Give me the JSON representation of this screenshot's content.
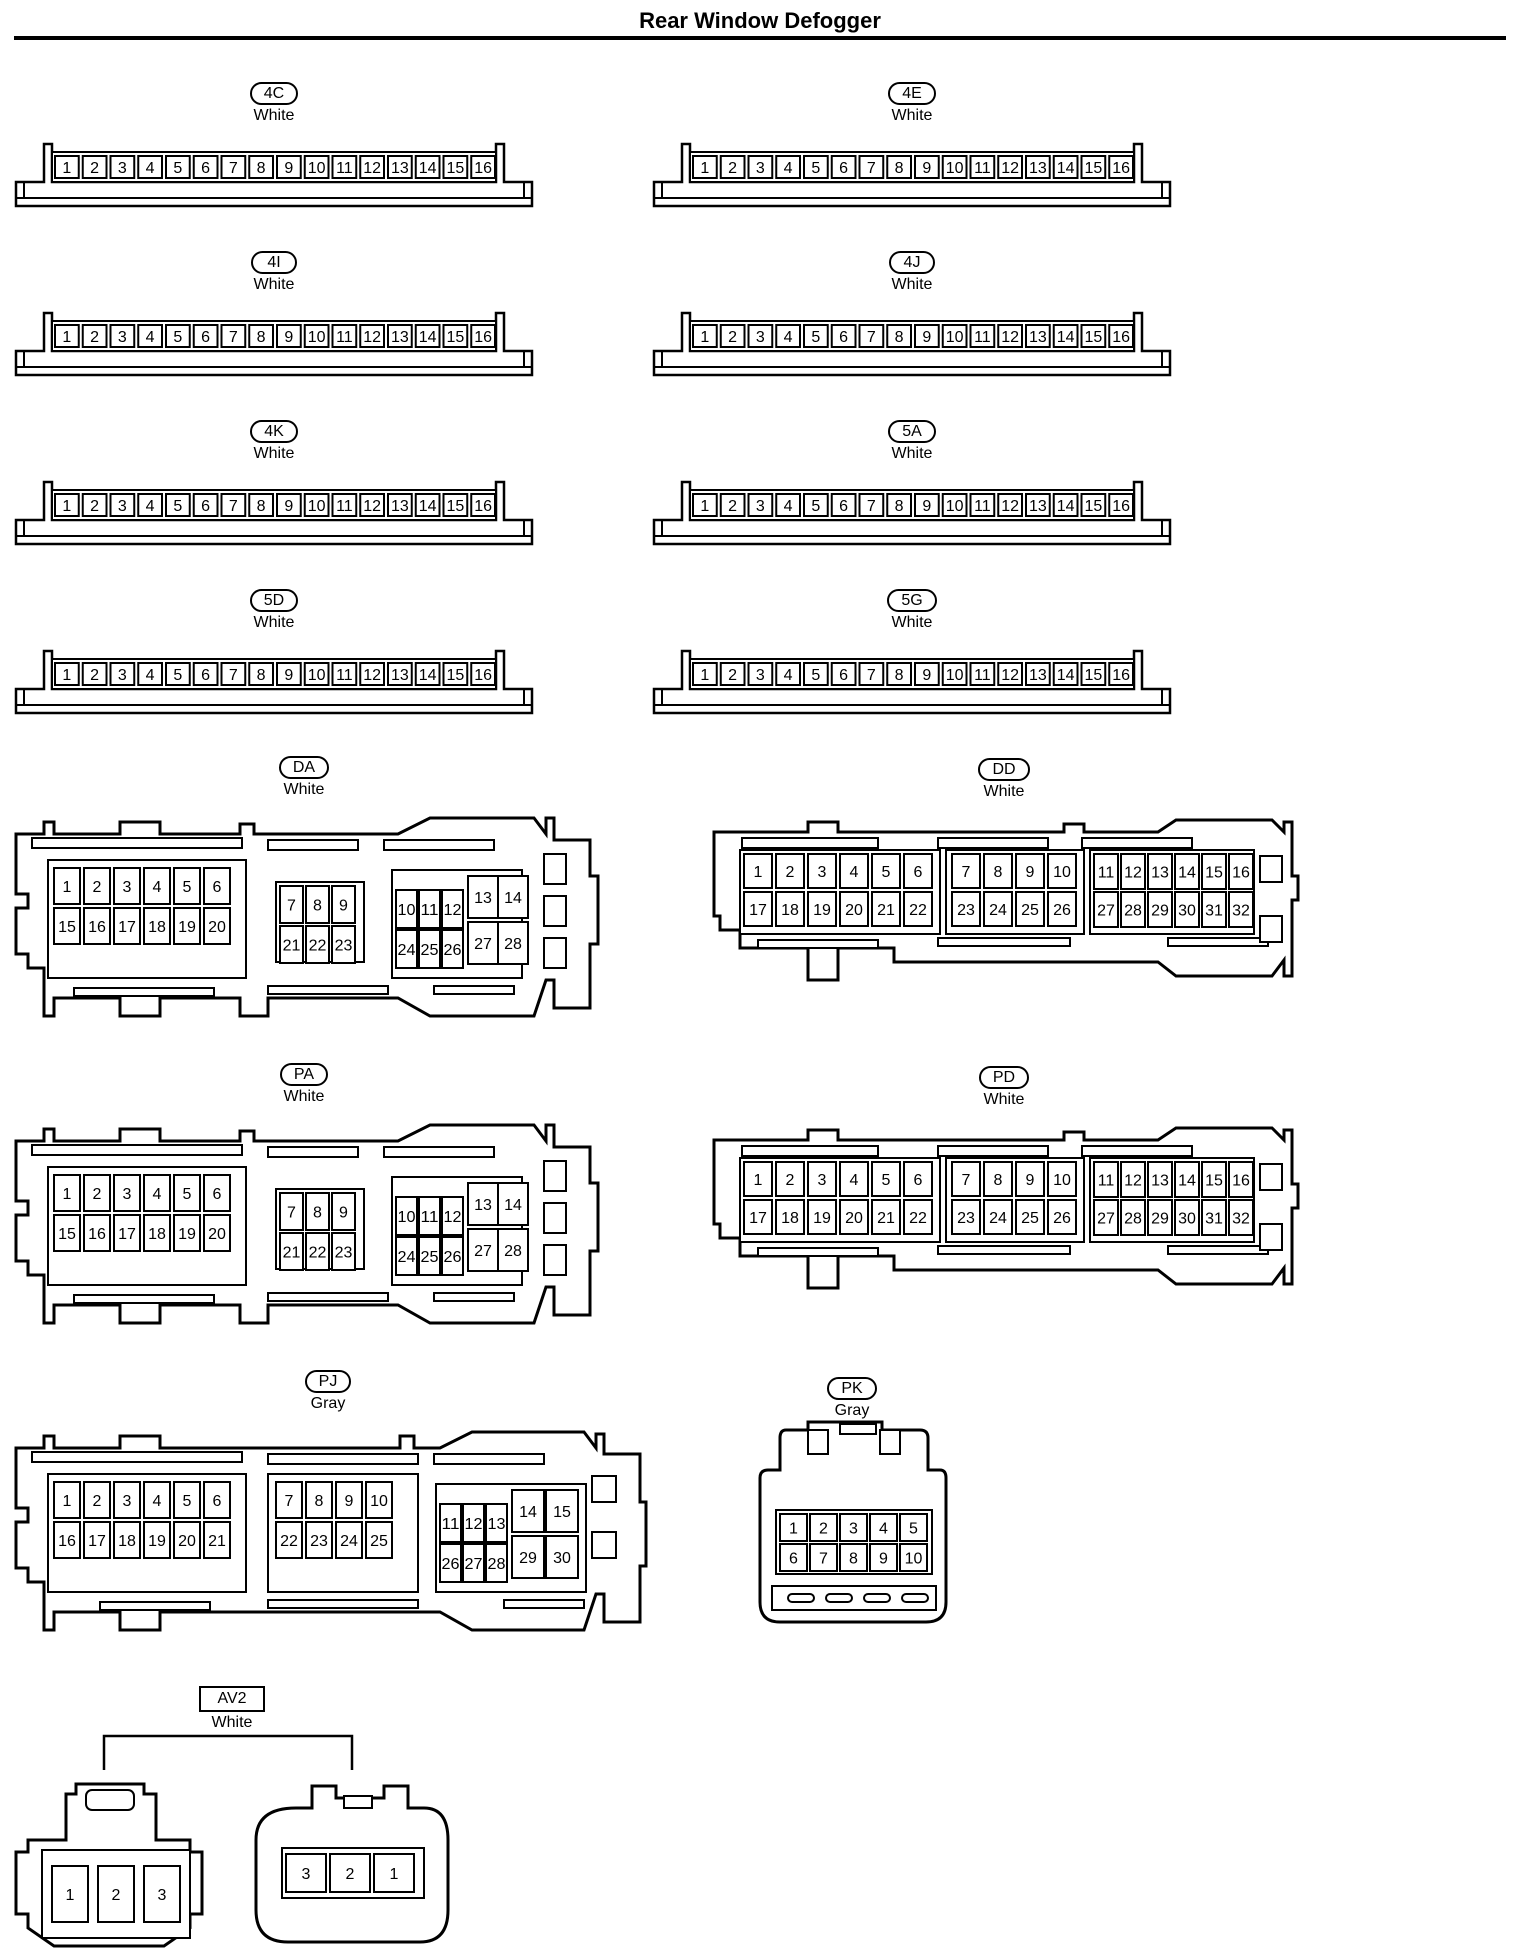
{
  "title": "Rear Window Defogger",
  "connectors": {
    "c4c": {
      "code": "4C",
      "color": "White",
      "pins": [
        "1",
        "2",
        "3",
        "4",
        "5",
        "6",
        "7",
        "8",
        "9",
        "10",
        "11",
        "12",
        "13",
        "14",
        "15",
        "16"
      ]
    },
    "c4e": {
      "code": "4E",
      "color": "White",
      "pins": [
        "1",
        "2",
        "3",
        "4",
        "5",
        "6",
        "7",
        "8",
        "9",
        "10",
        "11",
        "12",
        "13",
        "14",
        "15",
        "16"
      ]
    },
    "c4i": {
      "code": "4I",
      "color": "White",
      "pins": [
        "1",
        "2",
        "3",
        "4",
        "5",
        "6",
        "7",
        "8",
        "9",
        "10",
        "11",
        "12",
        "13",
        "14",
        "15",
        "16"
      ]
    },
    "c4j": {
      "code": "4J",
      "color": "White",
      "pins": [
        "1",
        "2",
        "3",
        "4",
        "5",
        "6",
        "7",
        "8",
        "9",
        "10",
        "11",
        "12",
        "13",
        "14",
        "15",
        "16"
      ]
    },
    "c4k": {
      "code": "4K",
      "color": "White",
      "pins": [
        "1",
        "2",
        "3",
        "4",
        "5",
        "6",
        "7",
        "8",
        "9",
        "10",
        "11",
        "12",
        "13",
        "14",
        "15",
        "16"
      ]
    },
    "c5a": {
      "code": "5A",
      "color": "White",
      "pins": [
        "1",
        "2",
        "3",
        "4",
        "5",
        "6",
        "7",
        "8",
        "9",
        "10",
        "11",
        "12",
        "13",
        "14",
        "15",
        "16"
      ]
    },
    "c5d": {
      "code": "5D",
      "color": "White",
      "pins": [
        "1",
        "2",
        "3",
        "4",
        "5",
        "6",
        "7",
        "8",
        "9",
        "10",
        "11",
        "12",
        "13",
        "14",
        "15",
        "16"
      ]
    },
    "c5g": {
      "code": "5G",
      "color": "White",
      "pins": [
        "1",
        "2",
        "3",
        "4",
        "5",
        "6",
        "7",
        "8",
        "9",
        "10",
        "11",
        "12",
        "13",
        "14",
        "15",
        "16"
      ]
    },
    "da": {
      "code": "DA",
      "color": "White",
      "pins": [
        "1",
        "2",
        "3",
        "4",
        "5",
        "6",
        "15",
        "16",
        "17",
        "18",
        "19",
        "20",
        "7",
        "8",
        "9",
        "21",
        "22",
        "23",
        "10",
        "11",
        "12",
        "13",
        "14",
        "24",
        "25",
        "26",
        "27",
        "28"
      ]
    },
    "dd": {
      "code": "DD",
      "color": "White",
      "pins": [
        "1",
        "2",
        "3",
        "4",
        "5",
        "6",
        "17",
        "18",
        "19",
        "20",
        "21",
        "22",
        "7",
        "8",
        "9",
        "10",
        "23",
        "24",
        "25",
        "26",
        "11",
        "12",
        "13",
        "14",
        "15",
        "16",
        "27",
        "28",
        "29",
        "30",
        "31",
        "32"
      ]
    },
    "pa": {
      "code": "PA",
      "color": "White",
      "pins": [
        "1",
        "2",
        "3",
        "4",
        "5",
        "6",
        "15",
        "16",
        "17",
        "18",
        "19",
        "20",
        "7",
        "8",
        "9",
        "21",
        "22",
        "23",
        "10",
        "11",
        "12",
        "13",
        "14",
        "24",
        "25",
        "26",
        "27",
        "28"
      ]
    },
    "pd": {
      "code": "PD",
      "color": "White",
      "pins": [
        "1",
        "2",
        "3",
        "4",
        "5",
        "6",
        "17",
        "18",
        "19",
        "20",
        "21",
        "22",
        "7",
        "8",
        "9",
        "10",
        "23",
        "24",
        "25",
        "26",
        "11",
        "12",
        "13",
        "14",
        "15",
        "16",
        "27",
        "28",
        "29",
        "30",
        "31",
        "32"
      ]
    },
    "pj": {
      "code": "PJ",
      "color": "Gray",
      "pins": [
        "1",
        "2",
        "3",
        "4",
        "5",
        "6",
        "16",
        "17",
        "18",
        "19",
        "20",
        "21",
        "7",
        "8",
        "9",
        "10",
        "22",
        "23",
        "24",
        "25",
        "11",
        "12",
        "13",
        "14",
        "15",
        "26",
        "27",
        "28",
        "29",
        "30"
      ]
    },
    "pk": {
      "code": "PK",
      "color": "Gray",
      "pins": [
        "1",
        "2",
        "3",
        "4",
        "5",
        "6",
        "7",
        "8",
        "9",
        "10"
      ]
    },
    "av2": {
      "code": "AV2",
      "color": "White",
      "pins_left": [
        "1",
        "2",
        "3"
      ],
      "pins_right": [
        "3",
        "2",
        "1"
      ]
    }
  }
}
